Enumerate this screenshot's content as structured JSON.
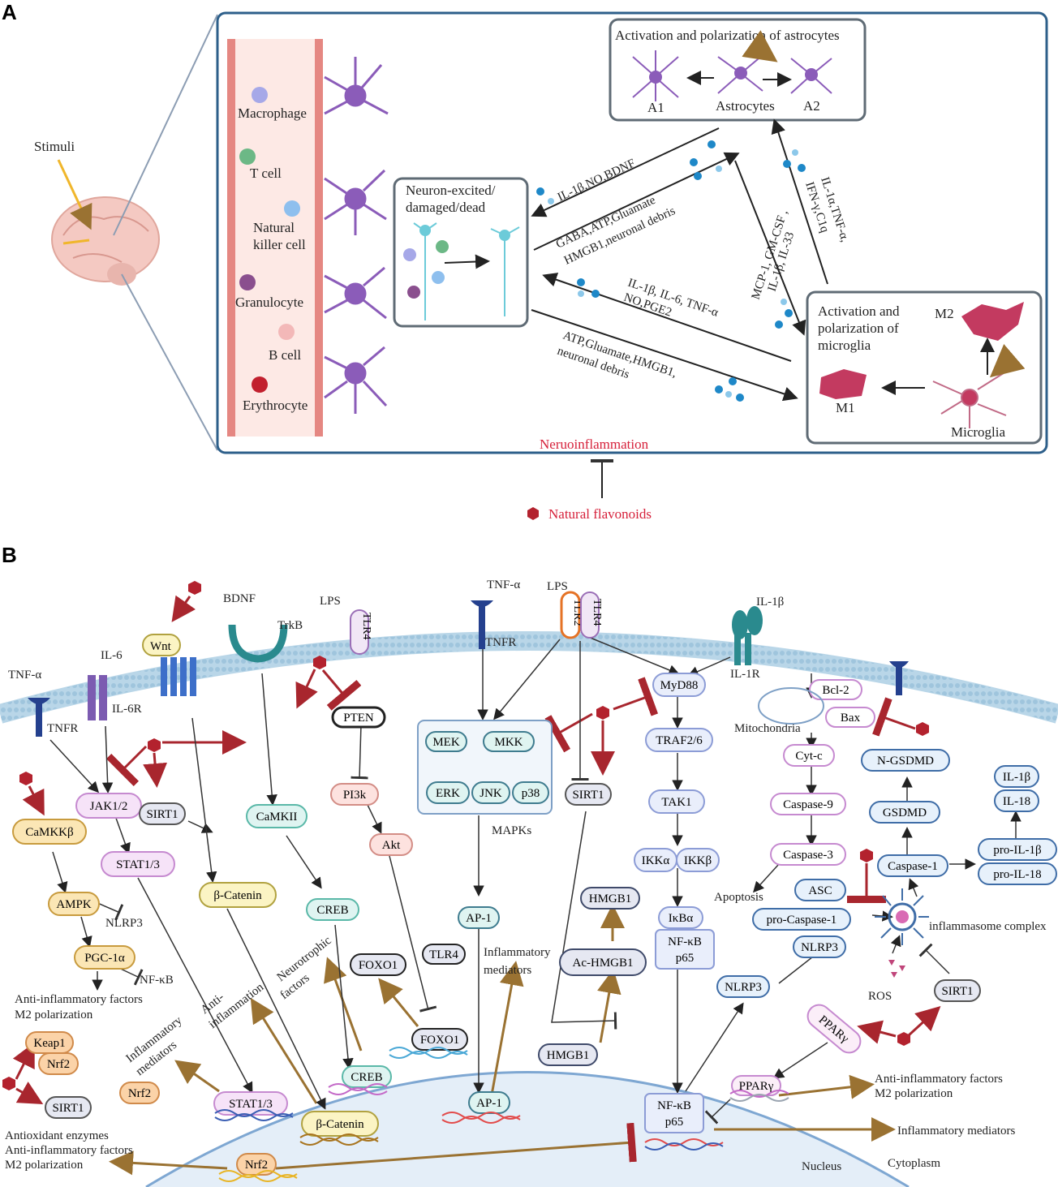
{
  "panelA": {
    "letter": "A",
    "stimuli": "Stimuli",
    "blood_cells": [
      "Macrophage",
      "T cell",
      "Natural",
      "killer cell",
      "Granulocyte",
      "B cell",
      "Erythrocyte"
    ],
    "astro_title": "Activation and polarization of astrocytes",
    "astro_labels": [
      "A1",
      "Astrocytes",
      "A2"
    ],
    "neuron_title_1": "Neuron-excited/",
    "neuron_title_2": "damaged/dead",
    "microglia_title": [
      "Activation and",
      "polarization of",
      "microglia"
    ],
    "microglia_labels": [
      "M2",
      "M1",
      "Microglia"
    ],
    "arrow_labels": {
      "astro_to_neuron": "IL-1β,NO,BDNF",
      "neuron_to_astro_1": "GABA,ATP,Gluamate",
      "neuron_to_astro_2": "HMGB1,neuronal debris",
      "astro_to_micro_1": "MCP-1, GM-CSF ,",
      "astro_to_micro_2": "IL-1β, IL-33",
      "micro_to_astro_1": "IL-1α,TNF-α,",
      "micro_to_astro_2": "IFN-γ,C1q",
      "micro_to_neuron_1": "IL-1β, IL-6, TNF-α",
      "micro_to_neuron_2": "NO,PGE2",
      "neuron_to_micro_1": "ATP,Gluamate,HMGB1,",
      "neuron_to_micro_2": "neuronal debris"
    },
    "footer": "Neruoinflammation",
    "flavonoids": "Natural flavonoids"
  },
  "panelB": {
    "letter": "B",
    "receptors": {
      "tnf_left": "TNF-α",
      "tnfr_left": "TNFR",
      "il6": "IL-6",
      "il6r": "IL-6R",
      "wnt": "Wnt",
      "bdnf": "BDNF",
      "trkb": "TrkB",
      "lps_left": "LPS",
      "tlr4_left": "TLR4",
      "tnf_mid": "TNF-α",
      "tnfr_mid": "TNFR",
      "lps_mid": "LPS",
      "tlr2": "TLR2",
      "tlr4_mid": "TLR4",
      "il1b": "IL-1β",
      "il1r": "IL-1R"
    },
    "nodes": {
      "pten": "PTEN",
      "pi3k": "PI3k",
      "akt": "Akt",
      "camkii": "CaMKII",
      "creb": "CREB",
      "jak": "JAK1/2",
      "sirt1_a": "SIRT1",
      "stat": "STAT1/3",
      "catenin": "β-Catenin",
      "camkkb": "CaMKKβ",
      "ampk": "AMPK",
      "nlrp3_a": "NLRP3",
      "pgc": "PGC-1α",
      "nfkb_a": "NF-κB",
      "antiinf_1": "Anti-inflammatory factors",
      "antiinf_2": "M2 polarization",
      "mek": "MEK",
      "mkk": "MKK",
      "erk": "ERK",
      "jnk": "JNK",
      "p38": "p38",
      "mapks": "MAPKs",
      "ap1": "AP-1",
      "ap1_n": "AP-1",
      "sirt1_b": "SIRT1",
      "hmgb1_top": "HMGB1",
      "achmgb1": "Ac-HMGB1",
      "hmgb1_n": "HMGB1",
      "myd88": "MyD88",
      "traf": "TRAF2/6",
      "tak1": "TAK1",
      "ikka": "IKKα",
      "ikkb": "IKKβ",
      "ikba": "IκBα",
      "nfkb_1": "NF-κB",
      "nfkb_2": "p65",
      "nfkbn_1": "NF-κB",
      "nfkbn_2": "p65",
      "bcl2": "Bcl-2",
      "bax": "Bax",
      "mito": "Mitochondria",
      "cytc": "Cyt-c",
      "casp9": "Caspase-9",
      "casp3": "Caspase-3",
      "apoptosis": "Apoptosis",
      "ngsdmd": "N-GSDMD",
      "gsdmd": "GSDMD",
      "casp1": "Caspase-1",
      "il1b_out": "IL-1β",
      "il18_out": "IL-18",
      "proil1b": "pro-IL-1β",
      "proil18": "pro-IL-18",
      "asc": "ASC",
      "procasp1": "pro-Caspase-1",
      "nlrp3_b": "NLRP3",
      "nlrp3_c": "NLRP3",
      "inflammasome": "inflammasome complex",
      "ros": "ROS",
      "sirt1_c": "SIRT1",
      "ppar_cyto": "PPARγ",
      "ppar_n": "PPARγ",
      "foxo1_a": "FOXO1",
      "tlr4_c": "TLR4",
      "foxo1_n": "FOXO1",
      "creb_n": "CREB",
      "keap1": "Keap1",
      "nrf2_a": "Nrf2",
      "nrf2_b": "Nrf2",
      "nrf2_n": "Nrf2",
      "sirt1_d": "SIRT1",
      "stat_n": "STAT1/3",
      "catenin_n": "β-Catenin"
    },
    "texts": {
      "neurotrophic_1": "Neurotrophic",
      "neurotrophic_2": "factors",
      "antiinflammation_1": "Anti-",
      "antiinflammation_2": "inflammation",
      "inflammatory_1": "Inflammatory",
      "inflammatory_2": "mediators",
      "inflamed_mid_1": "Inflammatory",
      "inflamed_mid_2": "mediators",
      "antiox_1": "Antioxidant enzymes",
      "antiox_2": "Anti-inflammatory factors",
      "antiox_3": "M2 polarization",
      "right_antiinf_1": "Anti-inflammatory factors",
      "right_antiinf_2": "M2 polarization",
      "right_inflamed": "Inflammatory mediators",
      "nucleus": "Nucleus",
      "cytoplasm": "Cytoplasm"
    }
  },
  "colors": {
    "frame": "#2d5f8a",
    "red": "#d6203a",
    "inhibit": "#a8262e",
    "brown": "#a47a35",
    "blue_dot": "#1e88c8"
  }
}
